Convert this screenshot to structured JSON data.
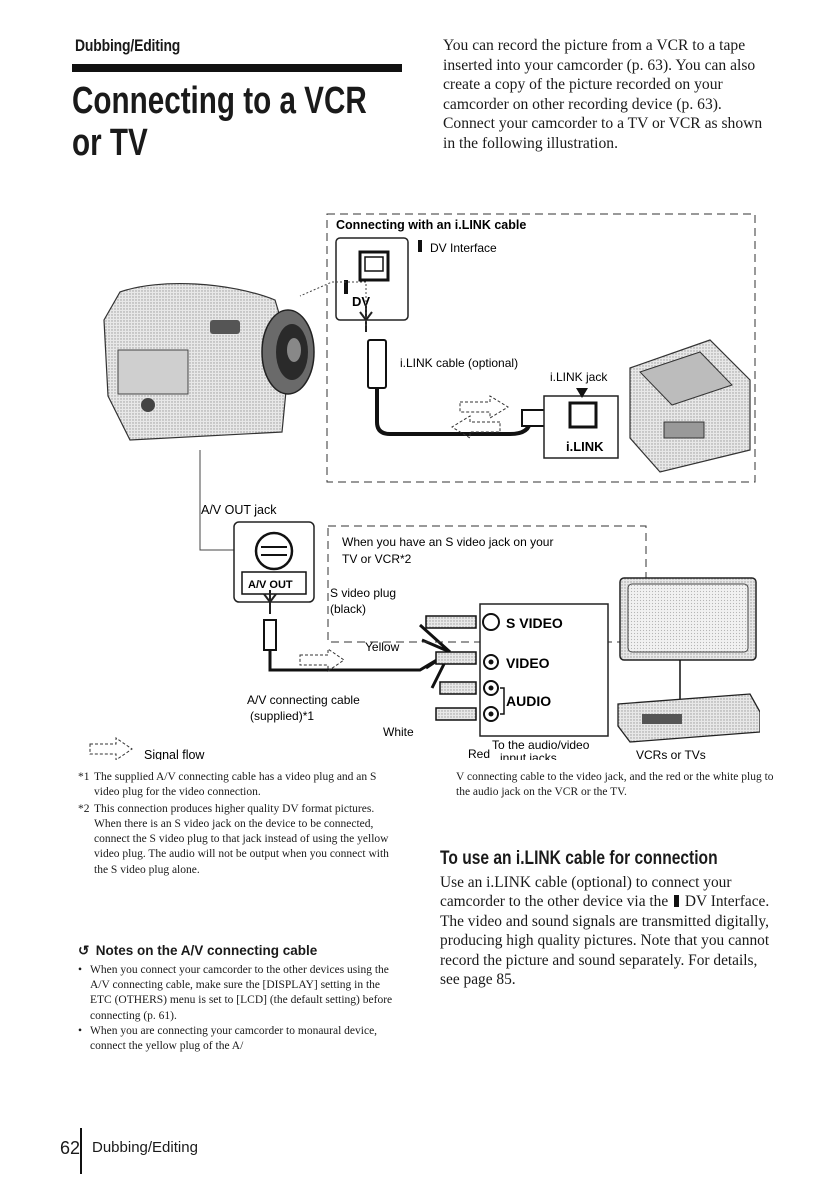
{
  "header": {
    "section": "Dubbing/Editing",
    "title_line1": "Connecting to a VCR",
    "title_line2": "or TV"
  },
  "intro": {
    "p1": "You can record the picture from a VCR to a tape inserted into your camcorder (p. 63). You can also create a copy of the picture recorded on your camcorder on other recording device (p. 63).",
    "p2": "Connect your camcorder to a TV or VCR as shown in the following illustration."
  },
  "diagram": {
    "ilink_box_title": "Connecting with an i.LINK cable",
    "dv_interface": "DV Interface",
    "dv_label": "DV",
    "ilink_cable": "i.LINK cable (optional)",
    "ilink_jack": "i.LINK jack",
    "ilink_label": "i.LINK",
    "av_out_jack": "A/V OUT jack",
    "av_out_label": "A/V OUT",
    "svideo_box_line1": "When you have an S video jack on your",
    "svideo_box_line2": "TV or VCR*2",
    "svideo_plug_line1": "S video plug",
    "svideo_plug_line2": "(black)",
    "yellow": "Yellow",
    "white": "White",
    "red": "Red",
    "av_cable_line1": "A/V connecting cable",
    "av_cable_line2": "(supplied)*1",
    "jack_svideo": "S VIDEO",
    "jack_video": "VIDEO",
    "jack_audio": "AUDIO",
    "input_line1": "To the audio/video",
    "input_line2": "input jacks",
    "vcrs_tvs": "VCRs or TVs",
    "signal_flow": "Signal flow"
  },
  "footnotes": [
    {
      "mark": "*1",
      "text": "The supplied A/V connecting cable has a video plug and an S video plug for the video connection."
    },
    {
      "mark": "*2",
      "text": "This connection produces higher quality DV format pictures. When there is an S video jack on the device to be connected, connect the S video plug to that jack instead of using the yellow video plug. The audio will not be output when you connect with the S video plug alone."
    }
  ],
  "notes": {
    "heading": "Notes on the A/V connecting cable",
    "items": [
      "When you connect your camcorder to the other devices using the A/V connecting cable, make sure the [DISPLAY] setting in the ETC (OTHERS) menu is set to [LCD] (the default setting) before connecting (p. 61).",
      "When you are connecting your camcorder to monaural device, connect the yellow plug of the A/"
    ],
    "continued": "V connecting cable to the video jack, and the red or the white plug to the audio jack on the VCR or the TV."
  },
  "ilink_section": {
    "heading": "To use an i.LINK cable for connection",
    "body_a": "Use an i.LINK cable (optional) to connect your camcorder to the other device via the",
    "body_b": "DV Interface. The video and sound signals are transmitted digitally, producing high quality pictures. Note that you cannot record the picture and sound separately. For details, see page 85."
  },
  "footer": {
    "page_number": "62",
    "label": "Dubbing/Editing"
  }
}
